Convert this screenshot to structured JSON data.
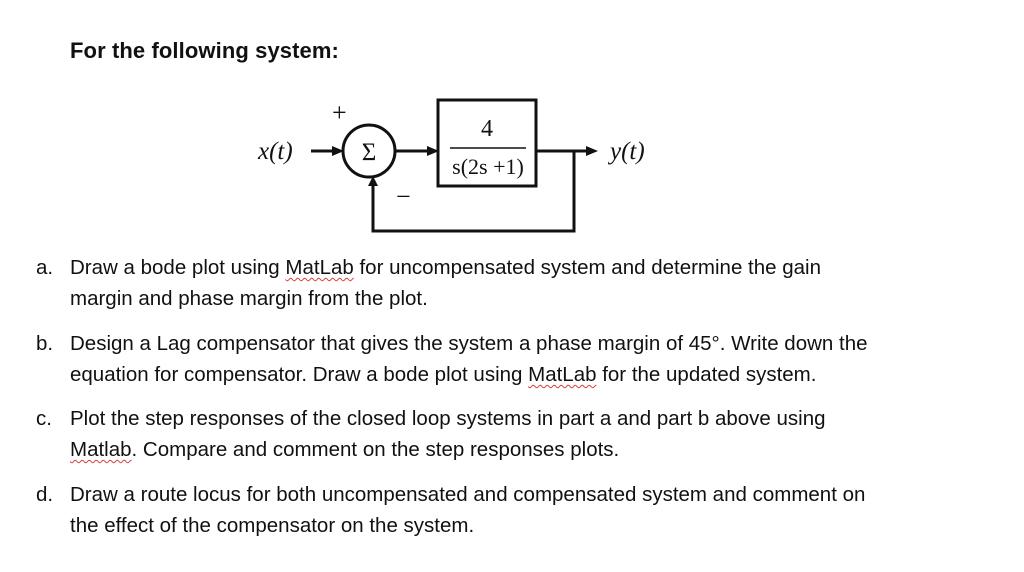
{
  "heading": "For the following system:",
  "diagram": {
    "input_label": "x(t)",
    "output_label": "y(t)",
    "plus_sign": "+",
    "minus_sign": "−",
    "summer_symbol": "Σ",
    "tf_numerator": "4",
    "tf_denominator": "s(2s +1)"
  },
  "questions": [
    {
      "letter": "a.",
      "line1_pre": "Draw a bode plot using ",
      "line1_mark": "MatLab",
      "line1_post": " for uncompensated system and determine the gain",
      "line2_pre": "margin and phase margin from the plot.",
      "line2_mark": "",
      "line2_post": ""
    },
    {
      "letter": "b.",
      "line1_pre": "Design a Lag compensator that gives the system a phase margin of 45°. Write down the",
      "line1_mark": "",
      "line1_post": "",
      "line2_pre": "equation for compensator. Draw a bode plot using ",
      "line2_mark": "MatLab",
      "line2_post": " for the updated system."
    },
    {
      "letter": "c.",
      "line1_pre": "Plot the step responses of the closed loop systems in part a and part b above using",
      "line1_mark": "",
      "line1_post": "",
      "line2_pre": "",
      "line2_mark": "Matlab",
      "line2_post": ". Compare and comment on the step responses plots."
    },
    {
      "letter": "d.",
      "line1_pre": "Draw a route locus for both uncompensated and compensated system and comment on",
      "line1_mark": "",
      "line1_post": "",
      "line2_pre": "the effect of the compensator on the system.",
      "line2_mark": "",
      "line2_post": ""
    }
  ]
}
